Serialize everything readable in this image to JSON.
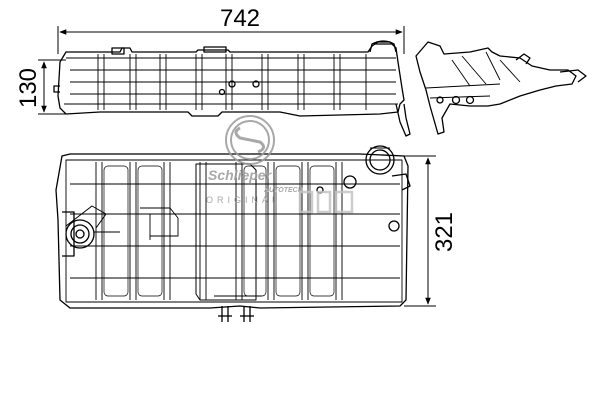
{
  "dimensions": {
    "length": "742",
    "height": "130",
    "width": "321"
  },
  "watermark": {
    "brand": "Schlieper",
    "subtitle": "AUTOTECH",
    "original": "ORIGINAL"
  },
  "colors": {
    "line": "#000000",
    "watermark": "#9a9a9a"
  }
}
